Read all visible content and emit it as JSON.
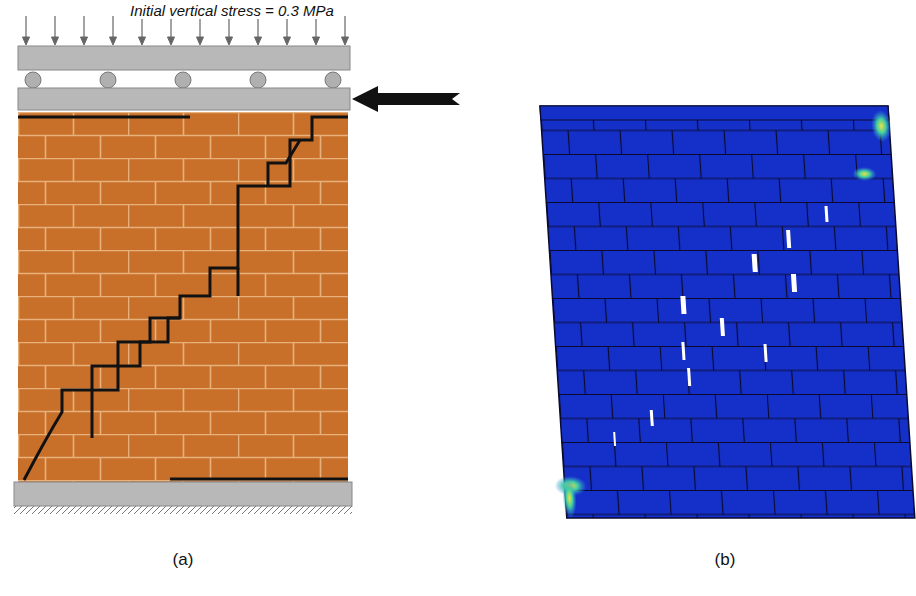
{
  "diagram": {
    "labels": [
      "Initial vertical stress = 0.3 MPa",
      "(a)",
      "(b)"
    ]
  }
}
